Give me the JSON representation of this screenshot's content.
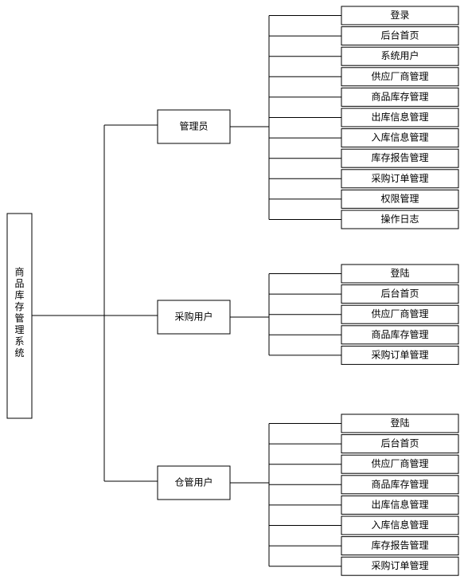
{
  "diagram": {
    "root": {
      "label": "商品库存管理系统",
      "chars": [
        "商",
        "品",
        "库",
        "存",
        "管",
        "理",
        "系",
        "统"
      ]
    },
    "roles": [
      {
        "label": "管理员",
        "modules": [
          "登录",
          "后台首页",
          "系统用户",
          "供应厂商管理",
          "商品库存管理",
          "出库信息管理",
          "入库信息管理",
          "库存报告管理",
          "采购订单管理",
          "权限管理",
          "操作日志"
        ]
      },
      {
        "label": "采购用户",
        "modules": [
          "登陆",
          "后台首页",
          "供应厂商管理",
          "商品库存管理",
          "采购订单管理"
        ]
      },
      {
        "label": "仓管用户",
        "modules": [
          "登陆",
          "后台首页",
          "供应厂商管理",
          "商品库存管理",
          "出库信息管理",
          "入库信息管理",
          "库存报告管理",
          "采购订单管理"
        ]
      }
    ]
  }
}
